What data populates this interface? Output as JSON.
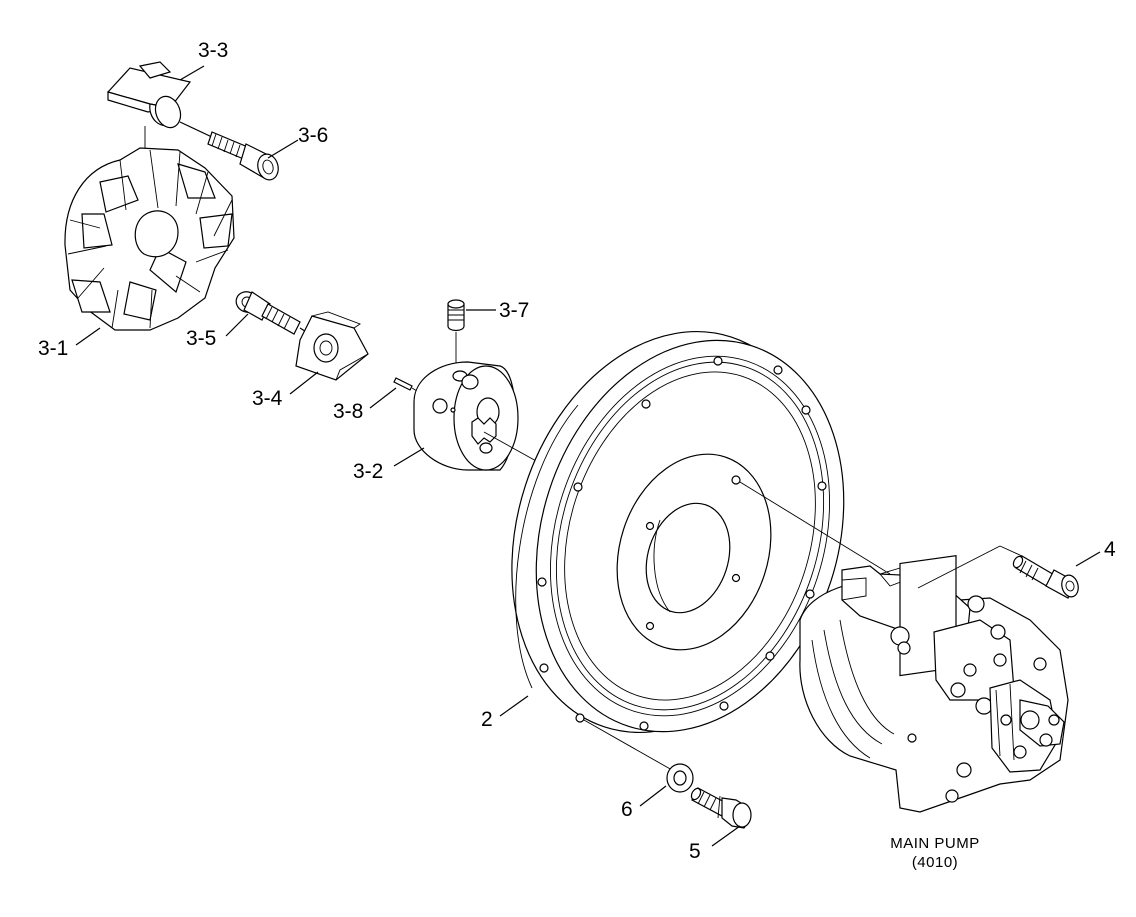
{
  "labels": {
    "l33": "3-3",
    "l36": "3-6",
    "l31": "3-1",
    "l35": "3-5",
    "l34": "3-4",
    "l37": "3-7",
    "l38": "3-8",
    "l32": "3-2",
    "l4": "4",
    "l2": "2",
    "l6": "6",
    "l5": "5"
  },
  "caption": {
    "line1": "MAIN PUMP",
    "line2": "(4010)"
  }
}
